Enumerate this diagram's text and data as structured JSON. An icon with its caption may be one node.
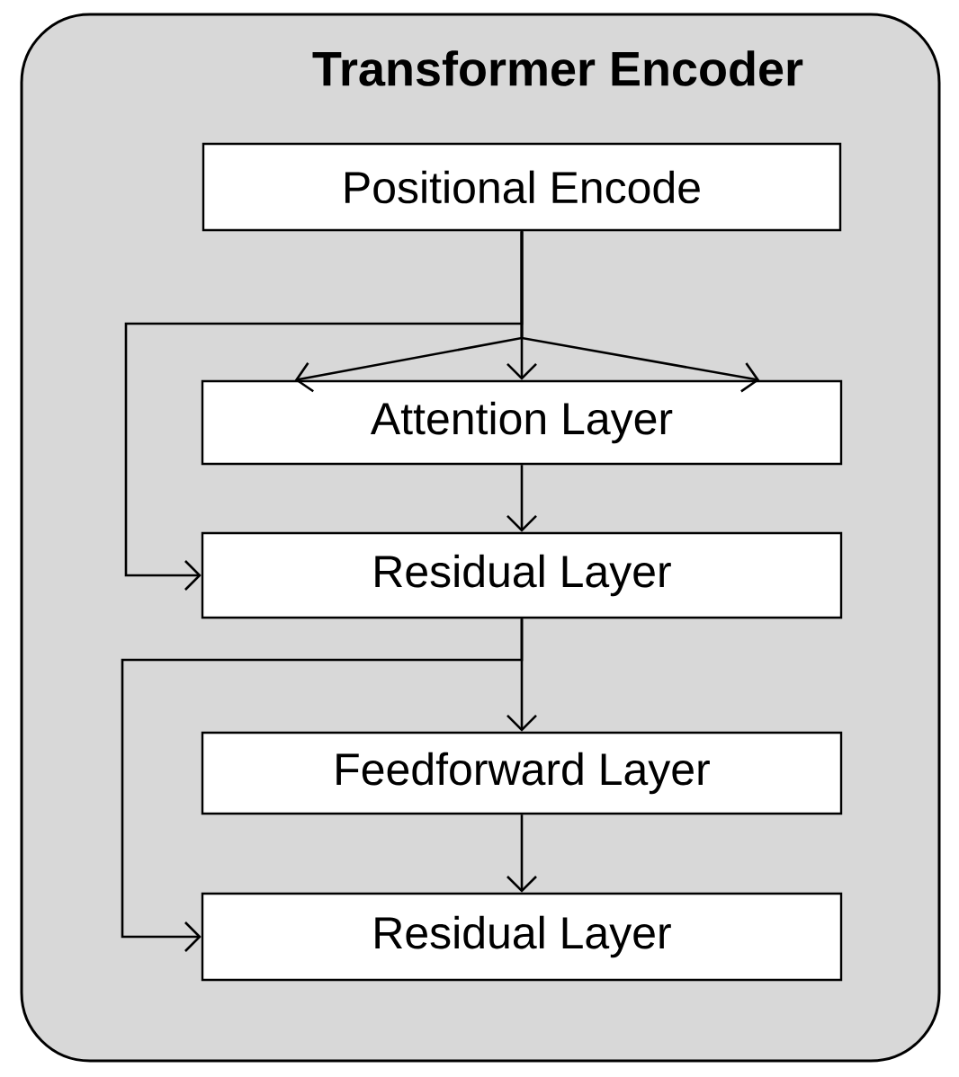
{
  "diagram": {
    "nodes": [
      {
        "text": [
          "Transformer Encoder"
        ]
      },
      {
        "text": [
          "Positional Encode"
        ],
        "in": 0
      },
      {
        "text": [
          "Attention Layer"
        ],
        "in": 0
      },
      {
        "text": [
          "Residual Layer"
        ],
        "in": 0
      },
      {
        "text": [
          "Feedforward Layer"
        ],
        "in": 0
      },
      {
        "text": [
          "Residual Layer"
        ],
        "in": 0
      }
    ],
    "edges": [
      {
        "from": 1,
        "to": 2,
        "arrow": "to"
      },
      {
        "from": 1,
        "to": 2,
        "arrow": "to"
      },
      {
        "from": 1,
        "to": 2,
        "arrow": "to"
      },
      {
        "from": 1,
        "to": 3,
        "arrow": "to"
      },
      {
        "from": 2,
        "to": 3,
        "arrow": "to"
      },
      {
        "from": 3,
        "to": 4,
        "arrow": "to"
      },
      {
        "from": 3,
        "to": 5,
        "arrow": "to"
      },
      {
        "from": 4,
        "to": 5,
        "arrow": "to"
      }
    ]
  }
}
